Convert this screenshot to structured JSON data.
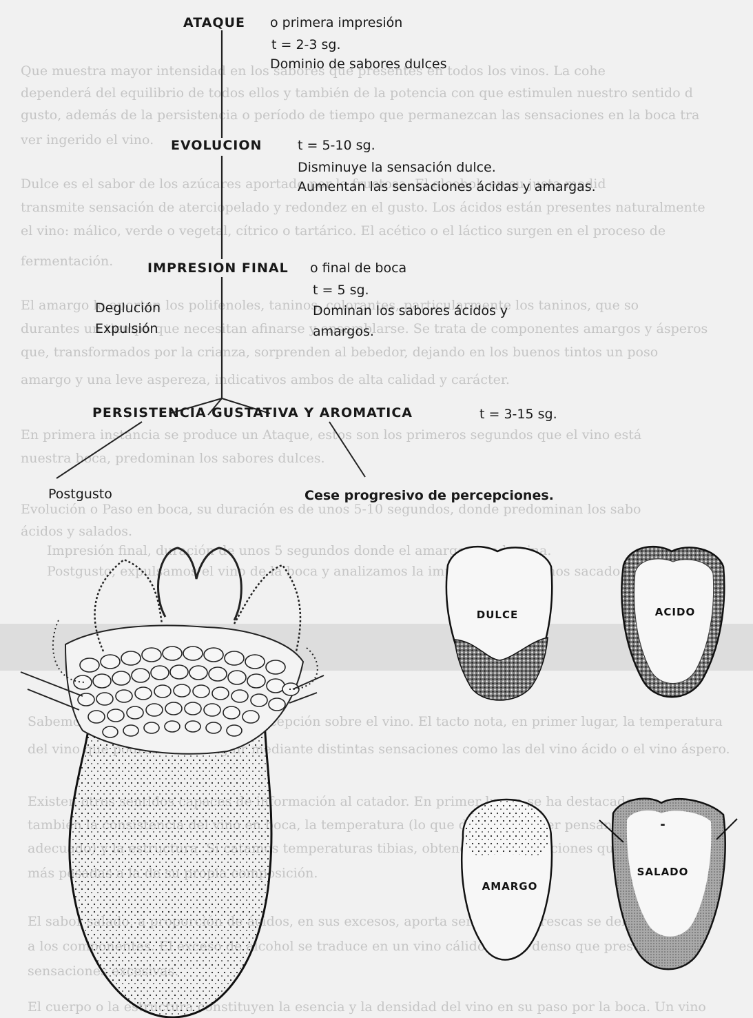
{
  "stages": {
    "ataque": {
      "title": "ATAQUE",
      "subtitle": "o primera impresión",
      "time": "t = 2-3 sg.",
      "desc": "Dominio de sabores dulces"
    },
    "evolucion": {
      "title": "EVOLUCION",
      "time": "t = 5-10 sg.",
      "desc1": "Disminuye la sensación dulce.",
      "desc2": "Aumentan las sensaciones ácidas y amargas."
    },
    "final": {
      "title": "IMPRESION FINAL",
      "subtitle": "o final de boca",
      "time": "t = 5 sg.",
      "left1": "Deglución",
      "left2": "Expulsión",
      "desc1": "Dominan los sabores ácidos y",
      "desc2": "amargos."
    },
    "persistencia": {
      "title": "PERSISTENCIA GUSTATIVA Y AROMATICA",
      "time": "t = 3-15 sg."
    },
    "postgusto": "Postgusto",
    "cese": "Cese progresivo de percepciones."
  },
  "tongues": {
    "dulce": "DULCE",
    "acido": "ACIDO",
    "amargo": "AMARGO",
    "salado": "SALADO"
  },
  "background_text": [
    "Que muestra mayor intensidad en los sabores que presentes en todos los vinos. La cohe",
    "dependerá del equilibrio de todos ellos y también de la potencia con que estimulen nuestro sentido d",
    "gusto, además de la persistencia o período de tiempo que permanezcan las sensaciones en la boca tra",
    "ver ingerido el vino.",
    "Dulce es el sabor de los azúcares aportado por la fructosa. El alcohol, en su justa medid",
    "transmite sensación de aterciopelado y redondez en el gusto. Los ácidos están presentes naturalmente",
    "el vino: málico, verde o vegetal, cítrico o tartárico. El acético o el láctico surgen en el proceso de",
    "fermentación.",
    "El amargo lo aportan los polifenoles, taninos, colorantes, particularmente los taninos, que so",
    "durantes un tiempo que necesitan afinarse y ensamblarse. Se trata de componentes amargos y ásperos",
    "que, transformados por la crianza, sorprenden al bebedor, dejando en los buenos tintos un poso",
    "amargo y una leve aspereza, indicativos ambos de alta calidad y carácter.",
    "En primera instancia se produce un Ataque, estos son los primeros segundos que el vino está",
    "nuestra boca, predominan los sabores dulces.",
    "Evolución o Paso en boca, su duración es de unos 5-10 segundos, donde predominan los sabo",
    "ácidos y salados.",
    "Impresión final, duración de unos 5 segundos donde el amargor predomina.",
    "Postgusto, expulsamos el vino de la boca y analizamos la impresión que hemos sacado de este.",
    "Sabemos que el cuerpo ajusta la percepción sobre el vino. El tacto nota, en primer lugar, la temperatura",
    "del vino que podremos distinguir mediante distintas sensaciones como las del vino ácido o el vino áspero.",
    "Existen otros sentidos capaces de información al catador. En primer lugar, se ha destacado",
    "también la consistencia del vino en boca, la temperatura (lo que debemos beber pensando en su uso",
    "adecuado) y la estructura. Si catamos temperaturas tibias, obtendremos sensaciones que parecen",
    "más pesadas a la de su propia composición.",
    "El sabor salado, a proporción de ácidos, en sus excesos, aporta sensaciones frescas se debe",
    "a los componentes. El exceso de alcohol se traduce en un vino cálido, o sea denso que presenta",
    "sensaciones excesivas.",
    "El cuerpo o la estructura constituyen la esencia y la densidad del vino en su paso por la boca. Un vino"
  ]
}
